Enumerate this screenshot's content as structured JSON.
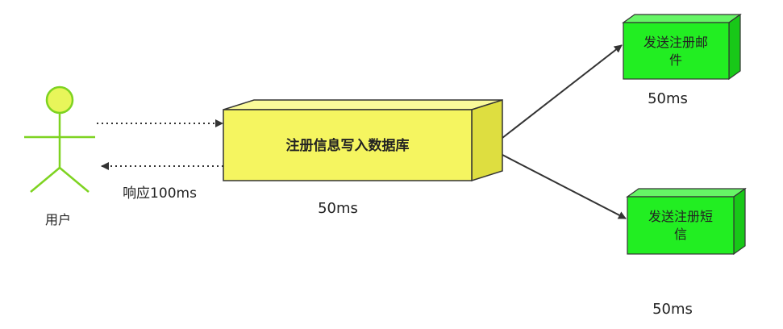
{
  "actor": {
    "label": "用户"
  },
  "process": {
    "label": "注册信息写入数据库",
    "time": "50ms"
  },
  "response": {
    "label": "响应100ms"
  },
  "email_box": {
    "line1": "发送注册邮",
    "line2": "件",
    "time": "50ms"
  },
  "sms_box": {
    "line1": "发送注册短",
    "line2": "信",
    "time": "50ms"
  },
  "colors": {
    "actor": "#7ed321",
    "actor_head": "#e8f55a",
    "process_front": "#f5f560",
    "process_top": "#fafa9a",
    "process_side": "#dede40",
    "green_front": "#22ee22",
    "green_top": "#66f566",
    "green_side": "#18c818",
    "stroke": "#333333"
  }
}
